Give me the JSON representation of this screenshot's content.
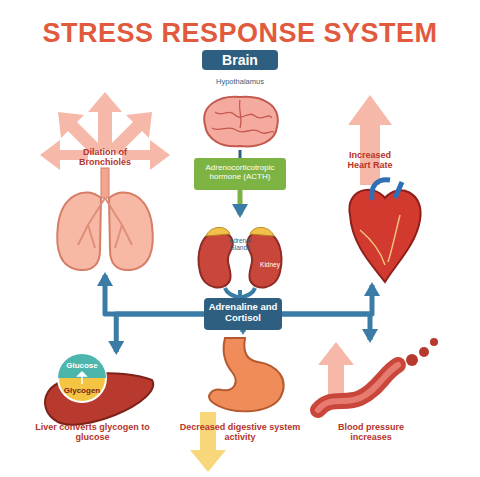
{
  "diagram": {
    "title": "STRESS RESPONSE SYSTEM",
    "nodes": [
      {
        "text": [
          "Brain",
          "Hypothalamus"
        ]
      },
      {
        "text": [
          "Adrenocorticotropic hormone (ACTH)"
        ]
      },
      {
        "text": [
          "Adrenal Glands",
          "Kidney"
        ]
      },
      {
        "text": [
          "Adrenaline and Cortisol"
        ]
      },
      {
        "text": [
          "Dilation of Bronchioles"
        ]
      },
      {
        "text": [
          "Increased Heart Rate"
        ]
      },
      {
        "text": [
          "Glucose",
          "Glycogen",
          "Liver converts glycogen to glucose"
        ]
      },
      {
        "text": [
          "Decreased digestive system activity"
        ]
      },
      {
        "text": [
          "Blood pressure increases"
        ]
      }
    ],
    "edges": [
      {
        "from": 0,
        "to": 1,
        "arrow": "none"
      },
      {
        "from": 1,
        "to": 2,
        "arrow": "to"
      },
      {
        "from": 2,
        "to": 3,
        "arrow": "none"
      },
      {
        "from": 3,
        "to": 4,
        "arrow": "to"
      },
      {
        "from": 3,
        "to": 5,
        "arrow": "to"
      },
      {
        "from": 3,
        "to": 6,
        "arrow": "to"
      },
      {
        "from": 3,
        "to": 7,
        "arrow": "to"
      },
      {
        "from": 3,
        "to": 8,
        "arrow": "to"
      }
    ]
  }
}
